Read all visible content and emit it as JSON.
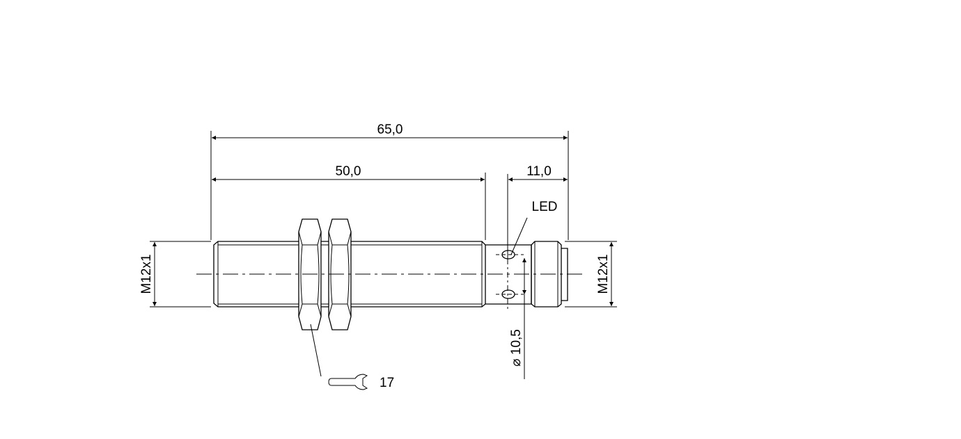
{
  "drawing": {
    "dim_overall_length": "65,0",
    "dim_thread_length": "50,0",
    "dim_connector_length": "11,0",
    "thread_left": "M12x1",
    "thread_right": "M12x1",
    "led_label": "LED",
    "diameter": "⌀ 10,5",
    "wrench_size": "17",
    "wrench_icon": "wrench-icon"
  }
}
